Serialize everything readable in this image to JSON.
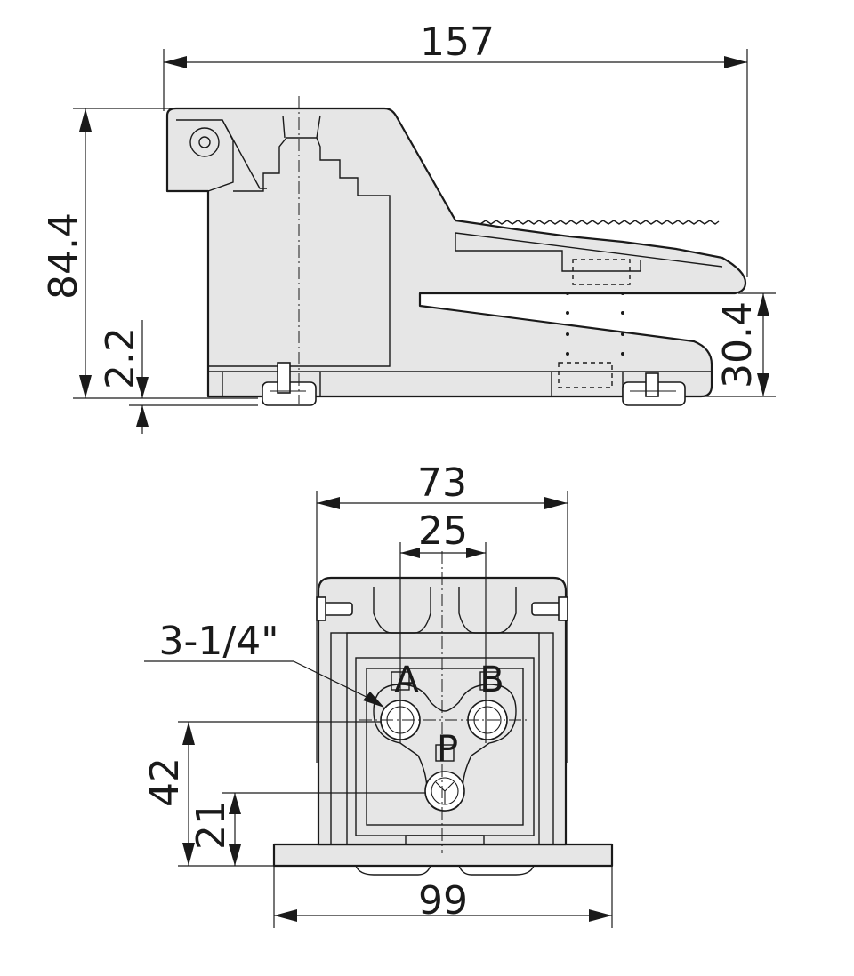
{
  "side_view": {
    "dimensions": {
      "overall_length": "157",
      "overall_height": "84.4",
      "base_offset": "2.2",
      "front_height": "30.4"
    }
  },
  "front_view": {
    "dimensions": {
      "top_width": "73",
      "port_spacing": "25",
      "base_width": "99",
      "port_row_height": "42",
      "inlet_height": "21"
    },
    "thread_label": "3-1/4\"",
    "ports": {
      "a": "A",
      "b": "B",
      "p": "P"
    }
  }
}
